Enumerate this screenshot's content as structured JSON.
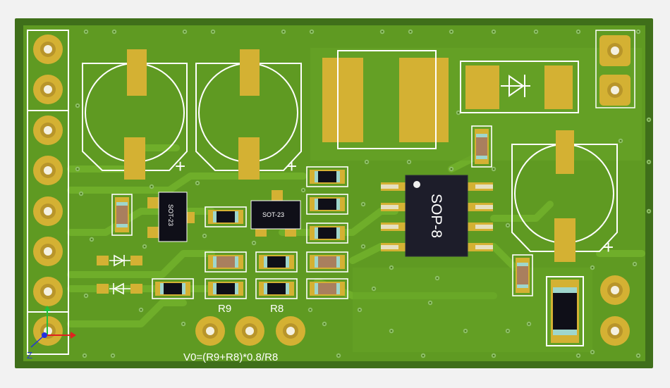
{
  "colors": {
    "background": "#f2f2f2",
    "board_edge": "#3f6f1a",
    "board": "#5f9a22",
    "trace": "#6fae2a",
    "silkscreen": "#ffffff",
    "pad_gold": "#d4b133",
    "pad_gold_dark": "#b8952a",
    "ic_body": "#1d1d2a",
    "resistor_body": "#a97f5e",
    "cap_end": "#9fd6cc",
    "via": "#8fc06a"
  },
  "labels": {
    "sot23_left": "SOT-23",
    "sot23_right": "SOT-23",
    "sop8": "SOP-8",
    "r9": "R9",
    "r8": "R8",
    "formula": "V0=(R9+R8)*0.8/R8",
    "plus": "+",
    "axis_z": "Z"
  }
}
